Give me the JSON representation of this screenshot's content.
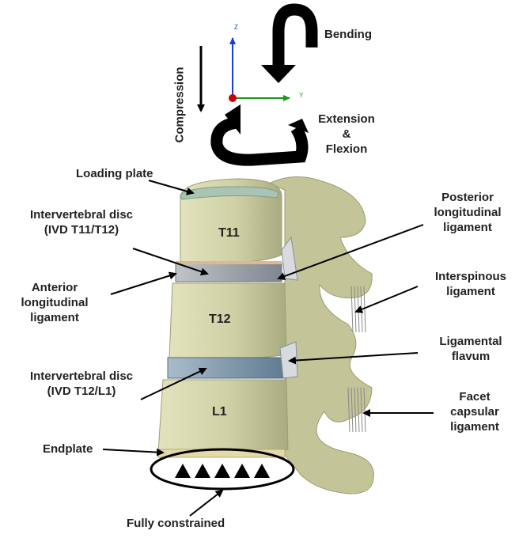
{
  "axes": {
    "z": "Z",
    "y": "Y",
    "x_color": "#cc0000",
    "y_color": "#1a9a1a",
    "z_color": "#1a3fd0"
  },
  "loads": {
    "compression": "Compression",
    "bending": "Bending",
    "extension": [
      "Extension",
      "&",
      "Flexion"
    ]
  },
  "vertebrae": [
    "T11",
    "T12",
    "L1"
  ],
  "labels": {
    "loading_plate": "Loading plate",
    "ivd_upper": [
      "Intervertebral disc",
      "(IVD T11/T12)"
    ],
    "anterior_ligament": [
      "Anterior",
      "longitudinal",
      "ligament"
    ],
    "ivd_lower": [
      "Intervertebral disc",
      "(IVD T12/L1)"
    ],
    "endplate": "Endplate",
    "fully_constrained": "Fully constrained",
    "posterior_ligament": [
      "Posterior",
      "longitudinal",
      "ligament"
    ],
    "interspinous_ligament": [
      "Interspinous",
      "ligament"
    ],
    "ligamental_flavum": [
      "Ligamental",
      "flavum"
    ],
    "facet_ligament": [
      "Facet",
      "capsular",
      "ligament"
    ]
  },
  "colors": {
    "bone": "#cfd0a5",
    "bone_shadow": "#a3a57a",
    "disc": "#9aa0a8",
    "disc_lower": "#7e9ab0",
    "endplate": "#e6d9a8"
  }
}
